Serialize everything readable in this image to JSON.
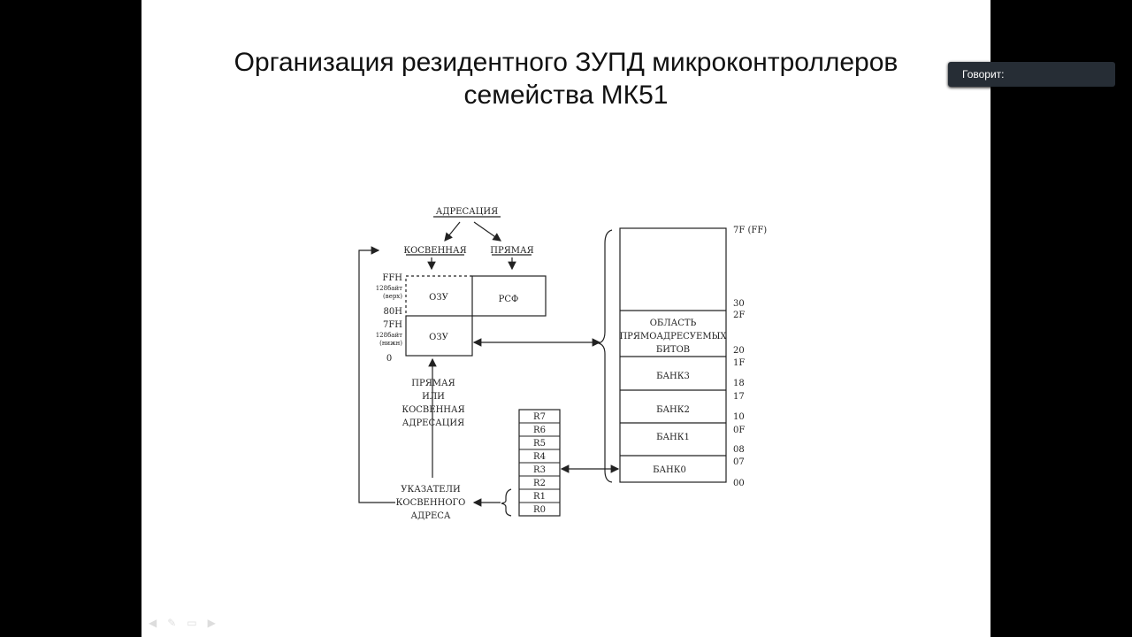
{
  "slide": {
    "title_line1": "Организация резидентного ЗУПД микроконтроллеров",
    "title_line2": "семейства  МК51"
  },
  "diagram": {
    "addressing": "АДРЕСАЦИЯ",
    "indirect": "КОСВЕННАЯ",
    "direct": "ПРЯМАЯ",
    "ram_upper": "ОЗУ",
    "sfr": "РСФ",
    "ram_lower": "ОЗУ",
    "ffh": "FFH",
    "upper_size": "128байт",
    "upper_note": "(верх)",
    "h80": "80H",
    "h7f": "7FH",
    "lower_size": "128байт",
    "lower_note": "(нижн)",
    "zero": "0",
    "direct_or_indirect": [
      "ПРЯМАЯ",
      "ИЛИ",
      "КОСВЕННАЯ",
      "АДРЕСАЦИЯ"
    ],
    "pointers": [
      "УКАЗАТЕЛИ",
      "КОСВЕННОГО",
      "АДРЕСА"
    ],
    "registers": [
      "R7",
      "R6",
      "R5",
      "R4",
      "R3",
      "R2",
      "R1",
      "R0"
    ],
    "bit_area": [
      "ОБЛАСТЬ",
      "ПРЯМОАДРЕСУЕМЫХ",
      "БИТОВ"
    ],
    "banks": [
      "БАНК3",
      "БАНК2",
      "БАНК1",
      "БАНК0"
    ],
    "addresses": [
      "7F (FF)",
      "30",
      "2F",
      "20",
      "1F",
      "18",
      "17",
      "10",
      "0F",
      "08",
      "07",
      "00"
    ]
  },
  "overlay": {
    "speaking_label": "Говорит:"
  },
  "nav": {
    "icons": [
      "prev-icon",
      "pen-icon",
      "menu-icon",
      "next-icon"
    ]
  }
}
